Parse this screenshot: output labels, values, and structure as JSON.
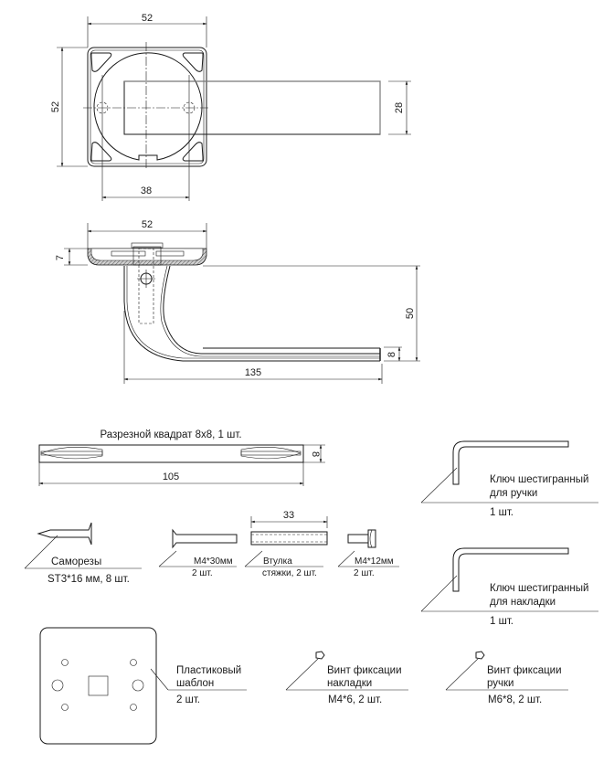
{
  "title": "Ручка дверная — габаритные размеры и комплектация",
  "top_view": {
    "dim_width": "52",
    "dim_height": "52",
    "dim_hole_spacing": "38",
    "dim_lever_width": "28"
  },
  "side_view": {
    "dim_rosette_width": "52",
    "dim_rosette_thickness": "7",
    "dim_height": "50",
    "dim_lever_thickness": "8",
    "dim_length": "135"
  },
  "kit": {
    "spindle": {
      "title": "Разрезной квадрат 8х8, 1 шт.",
      "dim_length": "105",
      "dim_section": "8"
    },
    "hex_key_handle": {
      "line1": "Ключ шестигранный",
      "line2": "для ручки",
      "qty": "1 шт."
    },
    "hex_key_rosette": {
      "line1": "Ключ шестигранный",
      "line2": "для накладки",
      "qty": "1 шт."
    },
    "screws": {
      "name": "Саморезы",
      "spec": "ST3*16 мм, 8 шт."
    },
    "bolt_m4x30": {
      "name": "M4*30мм",
      "qty": "2 шт."
    },
    "sleeve": {
      "dim_length": "33",
      "name": "Втулка",
      "spec": "стяжки, 2 шт."
    },
    "bolt_m4x12": {
      "name": "M4*12мм",
      "qty": "2 шт."
    },
    "template": {
      "line1": "Пластиковый",
      "line2": "шаблон",
      "qty": "2 шт."
    },
    "set_screw_rosette": {
      "line1": "Винт фиксации",
      "line2": "накладки",
      "spec": "M4*6, 2 шт."
    },
    "set_screw_handle": {
      "line1": "Винт фиксации",
      "line2": "ручки",
      "spec": "M6*8, 2 шт."
    }
  }
}
